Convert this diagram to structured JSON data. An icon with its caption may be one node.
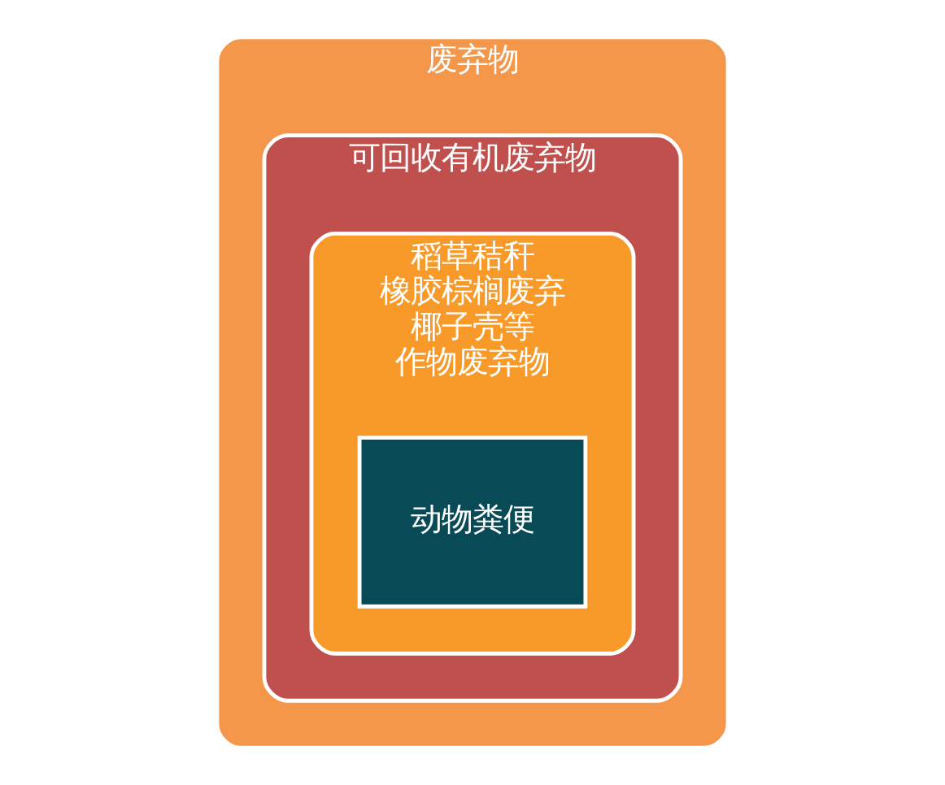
{
  "diagram": {
    "nodes": [
      {
        "text": [
          "废弃物"
        ]
      },
      {
        "text": [
          "可回收有机废弃物"
        ],
        "in": 0
      },
      {
        "text": [
          "稻草秸秆",
          "橡胶棕榈废弃",
          "椰子壳等",
          "作物废弃物"
        ],
        "in": 1
      },
      {
        "text": [
          "动物粪便"
        ],
        "in": 2
      }
    ]
  }
}
